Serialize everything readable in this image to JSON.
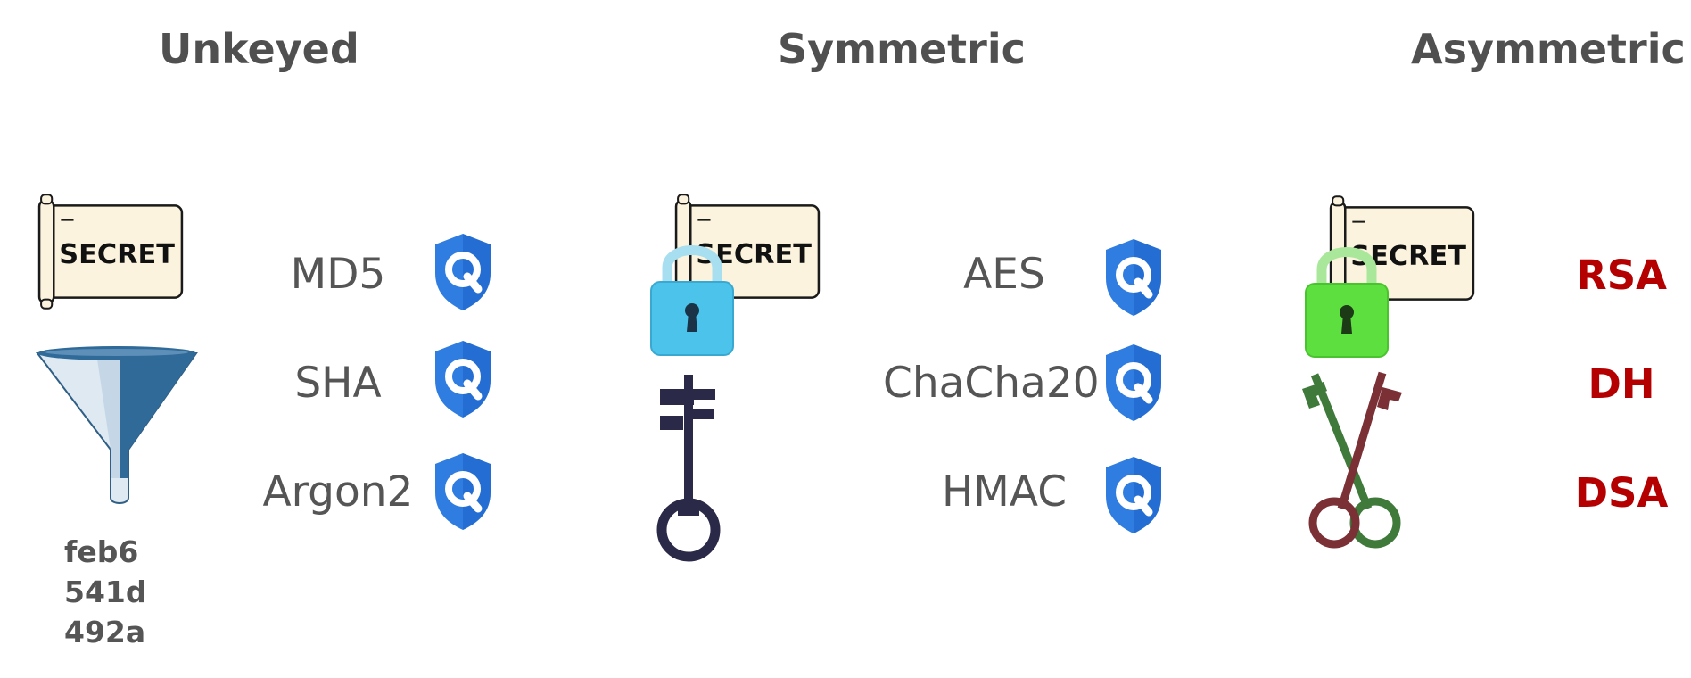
{
  "columns": [
    {
      "title": "Unkeyed",
      "icon": "scroll-and-funnel",
      "algorithms": [
        {
          "name": "MD5",
          "badge": "quantum-safe-shield-icon"
        },
        {
          "name": "SHA",
          "badge": "quantum-safe-shield-icon"
        },
        {
          "name": "Argon2",
          "badge": "quantum-safe-shield-icon"
        }
      ],
      "hash_output": [
        "feb6",
        "541d",
        "492a"
      ]
    },
    {
      "title": "Symmetric",
      "icon": "scroll-blue-lock-single-key",
      "algorithms": [
        {
          "name": "AES",
          "badge": "quantum-safe-shield-icon"
        },
        {
          "name": "ChaCha20",
          "badge": "quantum-safe-shield-icon"
        },
        {
          "name": "HMAC",
          "badge": "quantum-safe-shield-icon"
        }
      ]
    },
    {
      "title": "Asymmetric",
      "icon": "scroll-green-lock-two-keys",
      "algorithms": [
        {
          "name": "RSA"
        },
        {
          "name": "DH"
        },
        {
          "name": "DSA"
        }
      ]
    }
  ],
  "scroll_text": "SECRET",
  "colors": {
    "title": "#505050",
    "algo_text": "#555555",
    "vulnerable_text": "#b40000",
    "shield_blue": "#2f7de1",
    "lock_blue": "#4cc3ea",
    "lock_green": "#5de03f",
    "key_dark": "#2a2a48",
    "key_green": "#3f7a3b",
    "key_maroon": "#7a3035"
  }
}
